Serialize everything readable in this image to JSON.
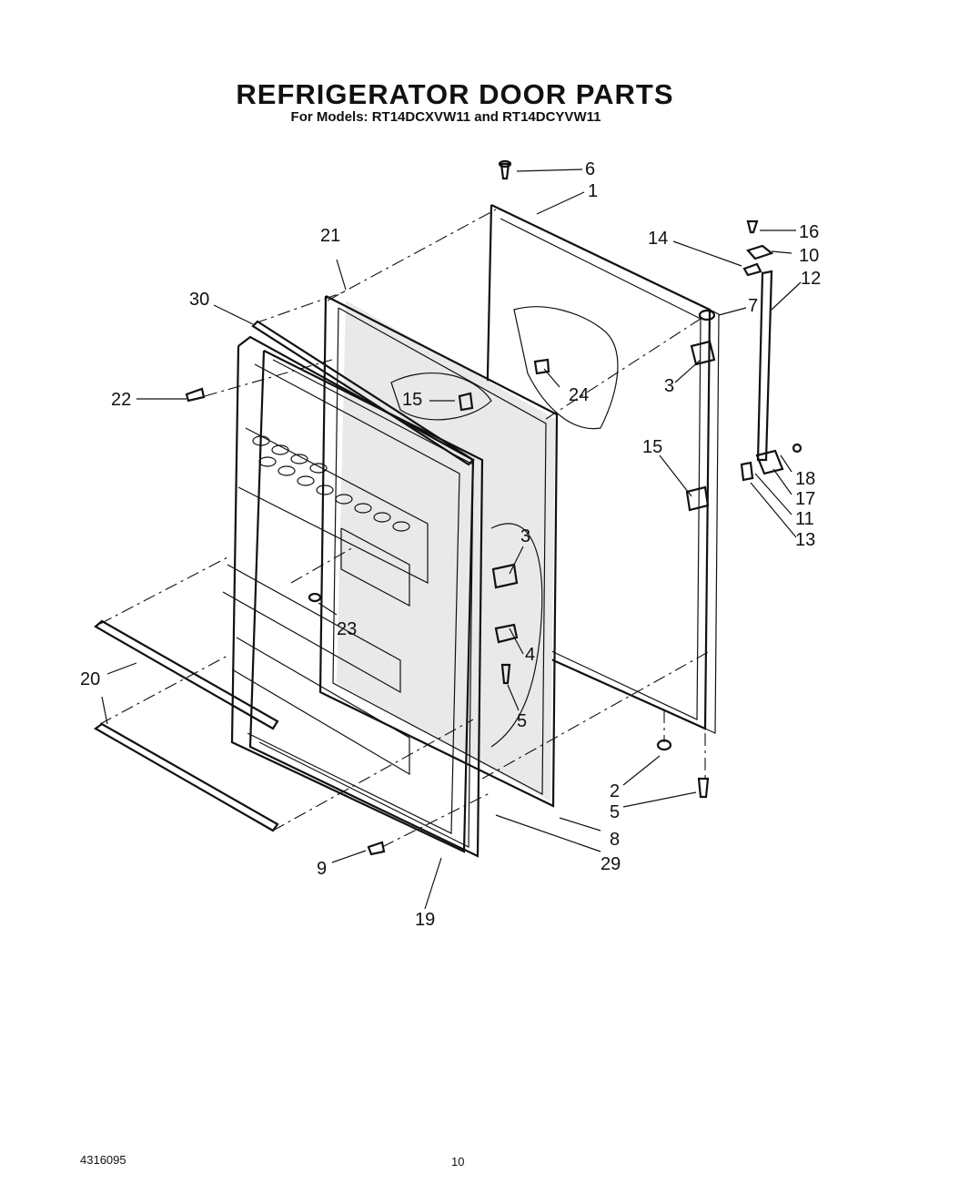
{
  "header": {
    "title": "REFRIGERATOR DOOR PARTS",
    "subtitle": "For Models: RT14DCXVW11 and RT14DCYVW11"
  },
  "callouts": {
    "c1": "1",
    "c2": "2",
    "c3a": "3",
    "c3b": "3",
    "c4": "4",
    "c5a": "5",
    "c5b": "5",
    "c6": "6",
    "c7": "7",
    "c8": "8",
    "c9": "9",
    "c10": "10",
    "c11": "11",
    "c12": "12",
    "c13": "13",
    "c14": "14",
    "c15a": "15",
    "c15b": "15",
    "c16": "16",
    "c17": "17",
    "c18": "18",
    "c19": "19",
    "c20": "20",
    "c21": "21",
    "c22": "22",
    "c23": "23",
    "c24": "24",
    "c29": "29",
    "c30": "30"
  },
  "footer": {
    "doc_number": "4316095",
    "page_number": "10"
  }
}
